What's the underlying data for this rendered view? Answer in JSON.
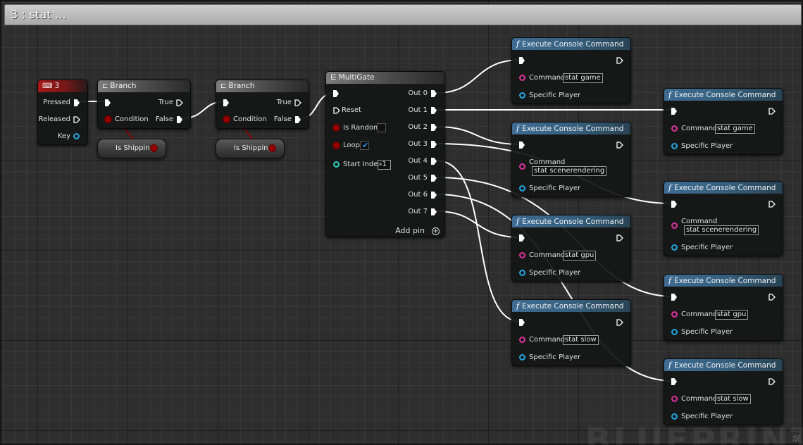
{
  "comment": {
    "title": "3 : stat ..."
  },
  "watermark": "BLUEPRINT",
  "colors": {
    "exec_wire": "#ffffff",
    "bool_wire": "#950000",
    "string_pin": "#e0329f",
    "object_pin": "#23a7e3",
    "int_pin": "#29d1b7",
    "event_header": "#a81818",
    "function_header": "#3e6c93",
    "checkbox_check": "#2f97ff"
  },
  "key_event": {
    "icon": "keyboard-icon",
    "title": "3",
    "pins": {
      "pressed": "Pressed",
      "released": "Released",
      "key": "Key"
    }
  },
  "branch1": {
    "icon": "branch-icon",
    "title": "Branch",
    "pins": {
      "true": "True",
      "false": "False",
      "condition": "Condition"
    }
  },
  "branch2": {
    "icon": "branch-icon",
    "title": "Branch",
    "pins": {
      "true": "True",
      "false": "False",
      "condition": "Condition"
    }
  },
  "is_shipping1": {
    "label": "Is Shipping"
  },
  "is_shipping2": {
    "label": "Is Shipping"
  },
  "multigate": {
    "icon": "multigate-icon",
    "title": "MultiGate",
    "inputs": {
      "reset": "Reset",
      "is_random": "Is Random",
      "loop": "Loop",
      "start_index": "Start Index",
      "start_index_value": "-1",
      "is_random_checked": false,
      "loop_checked": true
    },
    "outputs": [
      "Out 0",
      "Out 1",
      "Out 2",
      "Out 3",
      "Out 4",
      "Out 5",
      "Out 6",
      "Out 7"
    ],
    "add_pin": "Add pin"
  },
  "console_nodes": [
    {
      "title": "Execute Console Command",
      "command_label": "Command",
      "command": "stat game",
      "player_label": "Specific Player"
    },
    {
      "title": "Execute Console Command",
      "command_label": "Command",
      "command": "stat game",
      "player_label": "Specific Player"
    },
    {
      "title": "Execute Console Command",
      "command_label": "Command",
      "command": "stat scenerendering",
      "player_label": "Specific Player"
    },
    {
      "title": "Execute Console Command",
      "command_label": "Command",
      "command": "stat scenerendering",
      "player_label": "Specific Player"
    },
    {
      "title": "Execute Console Command",
      "command_label": "Command",
      "command": "stat gpu",
      "player_label": "Specific Player"
    },
    {
      "title": "Execute Console Command",
      "command_label": "Command",
      "command": "stat gpu",
      "player_label": "Specific Player"
    },
    {
      "title": "Execute Console Command",
      "command_label": "Command",
      "command": "stat slow",
      "player_label": "Specific Player"
    },
    {
      "title": "Execute Console Command",
      "command_label": "Command",
      "command": "stat slow",
      "player_label": "Specific Player"
    }
  ]
}
